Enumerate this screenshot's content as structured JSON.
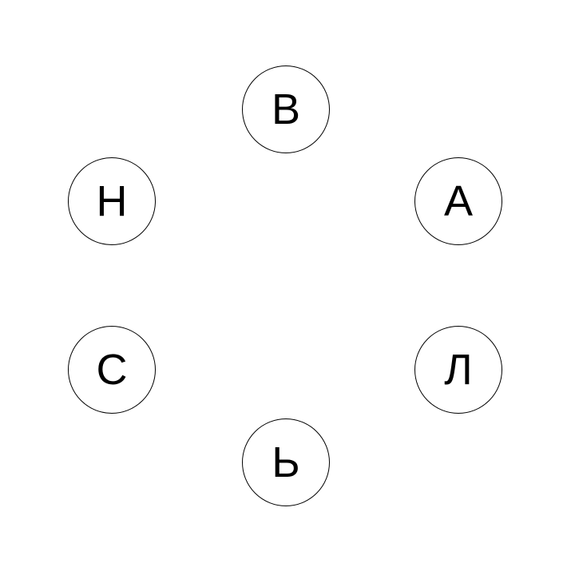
{
  "colors": {
    "background": "#ffffff",
    "tile_border": "#000000",
    "letter": "#000000"
  },
  "letter_wheel": {
    "tiles": [
      {
        "letter": "В"
      },
      {
        "letter": "А"
      },
      {
        "letter": "Л"
      },
      {
        "letter": "Ь"
      },
      {
        "letter": "С"
      },
      {
        "letter": "Н"
      }
    ]
  }
}
